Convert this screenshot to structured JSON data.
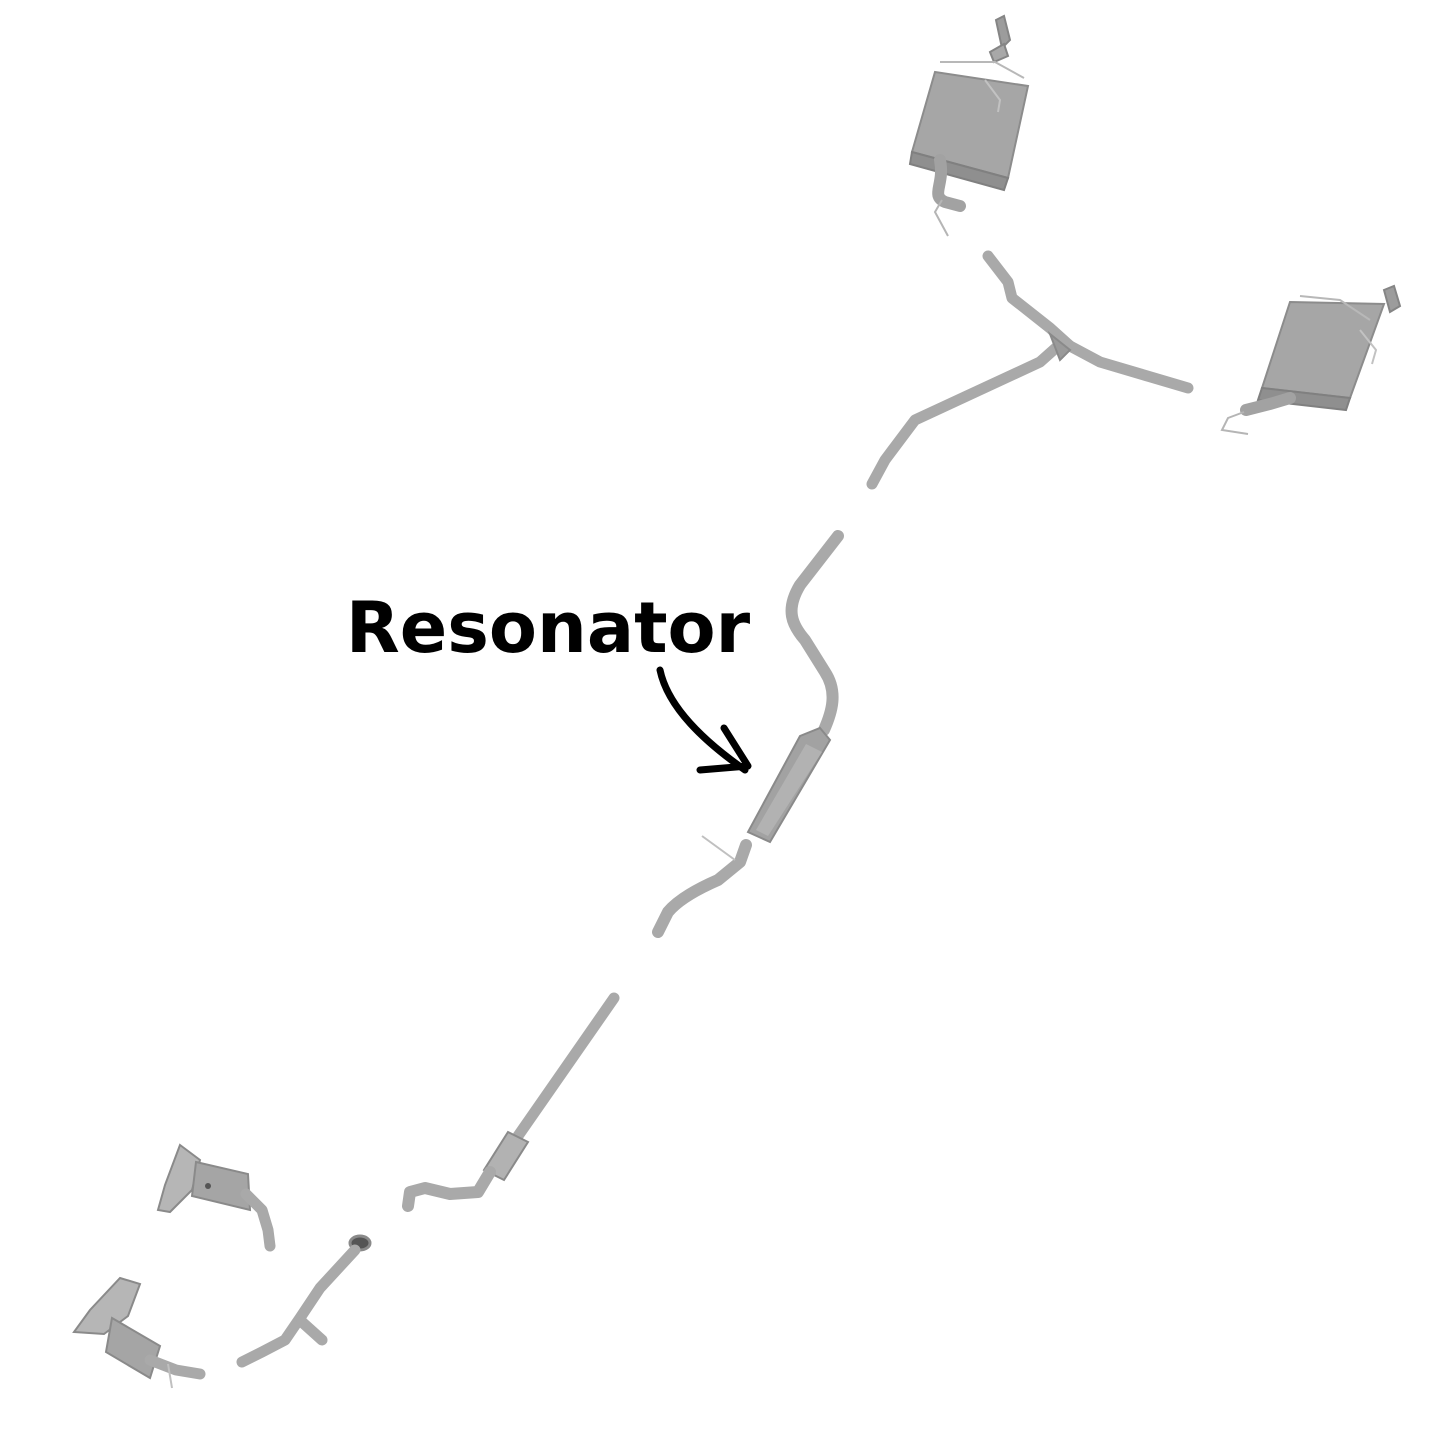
{
  "callout": {
    "label": "Resonator"
  },
  "colors": {
    "background": "#ffffff",
    "label_text": "#000000",
    "arrow": "#000000",
    "pipe": "#a9a9a9",
    "pipe_edge": "#8a8a8a",
    "muffler_body": "#a3a3a3",
    "muffler_face": "#8f8f8f",
    "hanger": "#bdbdbd"
  },
  "parts": [
    {
      "id": "muffler-left",
      "kind": "muffler"
    },
    {
      "id": "muffler-right",
      "kind": "muffler"
    },
    {
      "id": "y-pipe-rear",
      "kind": "pipe"
    },
    {
      "id": "intermediate-pipe",
      "kind": "pipe"
    },
    {
      "id": "resonator",
      "kind": "resonator"
    },
    {
      "id": "front-pipe-catalytic",
      "kind": "catalytic-converter"
    },
    {
      "id": "flex-pipe-y",
      "kind": "pipe"
    },
    {
      "id": "manifold-upper",
      "kind": "manifold-converter"
    },
    {
      "id": "manifold-lower",
      "kind": "manifold-converter"
    }
  ]
}
